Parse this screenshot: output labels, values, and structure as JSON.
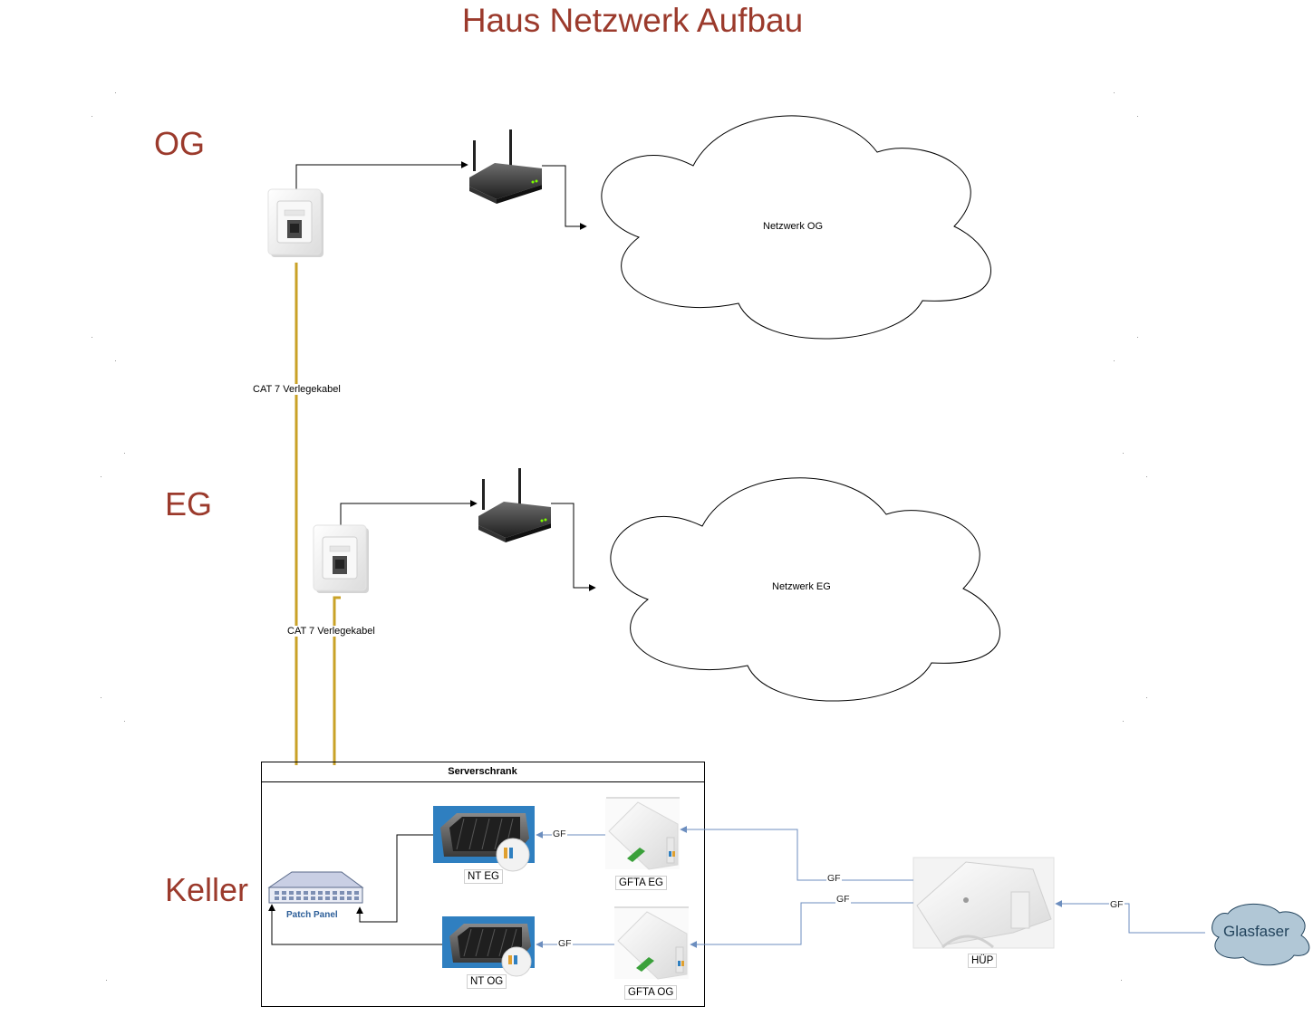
{
  "title": "Haus Netzwerk Aufbau",
  "floors": {
    "og": "OG",
    "eg": "EG",
    "keller": "Keller"
  },
  "clouds": {
    "og": "Netzwerk OG",
    "eg": "Netzwerk EG",
    "glasfaser": "Glasfaser"
  },
  "cables": {
    "og": "CAT 7 Verlegekabel",
    "eg": "CAT 7 Verlegekabel"
  },
  "server_cabinet": {
    "title": "Serverschrank"
  },
  "devices": {
    "patch_panel": "Patch Panel",
    "nt_eg": "NT EG",
    "nt_og": "NT OG",
    "gfta_eg": "GFTA EG",
    "gfta_og": "GFTA OG",
    "huep": "HÜP"
  },
  "links": {
    "gf": "GF"
  },
  "colors": {
    "title": "#9b3a2c",
    "cat7_cable": "#c9a227",
    "fiber_link": "#6c8ebf",
    "cloud_glasfaser": "#b1c7d6"
  },
  "icons": [
    "wall-socket-icon",
    "wifi-router-icon",
    "network-switch-icon",
    "modem-icon",
    "fiber-outlet-icon",
    "fiber-box-icon"
  ]
}
